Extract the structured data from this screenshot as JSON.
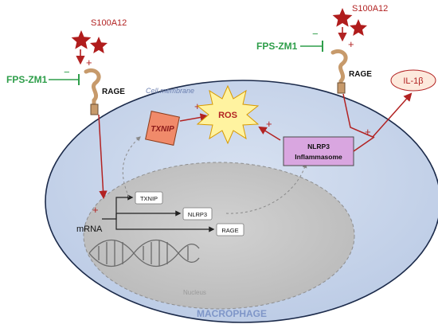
{
  "ligand": {
    "name": "S100A12",
    "name_2": "S100A12"
  },
  "inhibitor": {
    "name": "FPS-ZM1",
    "name_2": "FPS-ZM1",
    "minus": "−",
    "minus_2": "−"
  },
  "receptor": {
    "name": "RAGE",
    "name_2": "RAGE"
  },
  "membrane": {
    "label": "Cell membrane"
  },
  "nucleus": {
    "label": "Nucleus"
  },
  "cell": {
    "label": "MACROPHAGE"
  },
  "molecules": {
    "txnip": "TXNIP",
    "ros": "ROS",
    "nlrp3_line1": "NLRP3",
    "nlrp3_line2": "Inflammasome",
    "il1b": "IL-1β"
  },
  "genes": {
    "mrna": "mRNA",
    "g1": "TXNIP",
    "g2": "NLRP3",
    "g3": "RAGE"
  },
  "signs": {
    "plus": "+",
    "minus": "−"
  },
  "colors": {
    "arrow_red": "#b22222",
    "star": "#b01c1c",
    "inhibitor_green": "#2e9e4a",
    "cell_fill": "#c5d3ea",
    "nucleus_fill": "#c4c4c4",
    "txnip_fill": "#f08a6a",
    "ros_fill": "#fff3a0",
    "nlrp3_fill": "#d9a6e0",
    "il1b_fill": "#fde9dc"
  }
}
